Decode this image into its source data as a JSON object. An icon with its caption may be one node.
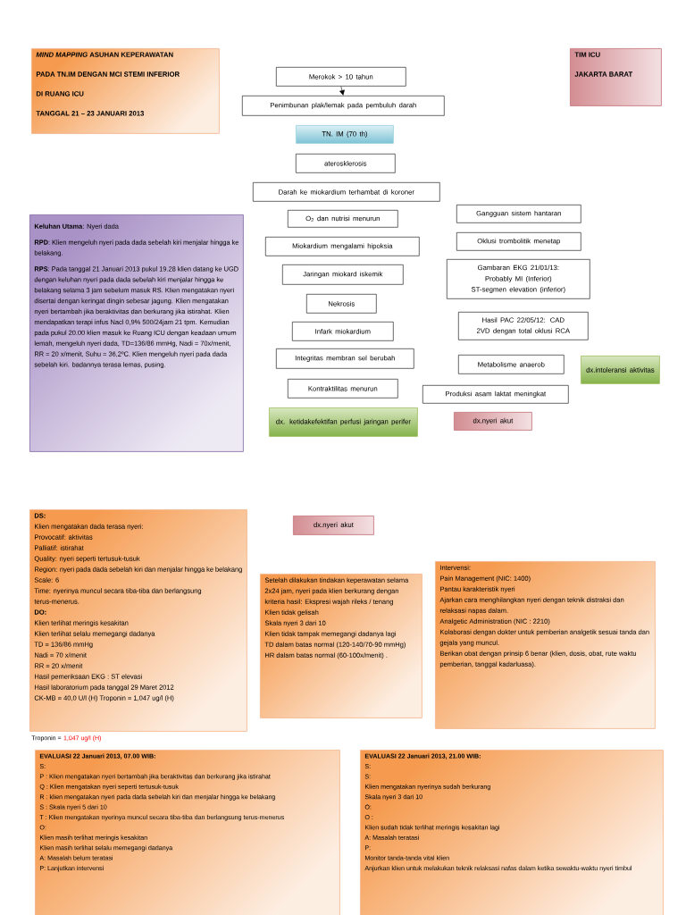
{
  "diagram": {
    "nodes": [
      {
        "text": [
          "*MIND MAPPING* ASUHAN KEPERAWATAN",
          "PADA TN.IM  DENGAN MCI STEMI INFERIOR",
          "DI RUANG ICU",
          "TANGGAL 21 – 23 JANUARI 2013"
        ]
      },
      {
        "text": [
          "TIM ICU",
          "JAKARTA BARAT"
        ]
      },
      {
        "text": [
          "Merokok > 10 tahun"
        ]
      },
      {
        "text": [
          "Penimbunan plak/lemak pada pembuluh darah"
        ]
      },
      {
        "text": [
          "TN. IM (70 th)"
        ]
      },
      {
        "text": [
          "aterosklerosis"
        ]
      },
      {
        "text": [
          "Darah ke miokardium terhambat di koroner"
        ]
      },
      {
        "text": [
          "O$_{2}$ dan nutrisi menurun"
        ]
      },
      {
        "text": [
          "Gangguan sistem hantaran"
        ]
      },
      {
        "text": [
          "Miokardium mengalami hipoksia"
        ]
      },
      {
        "text": [
          "Oklusi trombolitik menetap"
        ]
      },
      {
        "text": [
          "Jaringan miokard iskemik"
        ]
      },
      {
        "text": [
          "Gambaran EKG 21/01/13:",
          "Probably MI (Inferior)",
          "ST-segmen elevation (inferior)"
        ]
      },
      {
        "text": [
          "Nekrosis"
        ]
      },
      {
        "text": [
          "Hasil PAC 22/05/12: CAD 2VD dengan total oklusi RCA"
        ]
      },
      {
        "text": [
          "Infark miokardium"
        ]
      },
      {
        "text": [
          "Integritas membran sel berubah"
        ]
      },
      {
        "text": [
          "Metabolisme anaerob"
        ]
      },
      {
        "text": [
          "dx.intoleransi aktivitas"
        ]
      },
      {
        "text": [
          "Kontraktilitas menurun"
        ]
      },
      {
        "text": [
          "Produksi asam laktat meningkat"
        ]
      },
      {
        "text": [
          "dx. ketidakefektifan perfusi jaringan perifer"
        ]
      },
      {
        "text": [
          "dx.nyeri akut"
        ]
      },
      {
        "text": [
          "**Keluhan Utama**: Nyeri dada",
          "**RPD**: Klien mengeluh nyeri pada dada sebelah kiri menjalar hingga ke belakang.",
          "**RPS**: Pada tanggal 21 Januari 2013 pukul 19.28 klien datang ke UGD dengan keluhan nyeri pada dada sebelah kiri menjalar hingga ke belakang selama 3 jam sebelum masuk RS. Klien mengatakan nyeri disertai dengan keringat dingin sebesar jagung. Klien mengatakan nyeri bertambah jika beraktivitas dan berkurang jika istirahat. Klien mendapatkan terapi infus Nacl 0,9% 500/24jam 21 tpm. Kemudian pada pukul 20.00 klien masuk ke Ruang ICU dengan keadaan umum lemah, mengeluh nyeri dada, TD=136/86 mmHg, Nadi = 70x/menit, RR = 20 x/menit, Suhu = 36,2ºC. Klien mengeluh nyeri pada dada sebelah kiri. badannya terasa lemas, pusing."
        ]
      },
      {
        "text": [
          "**DS:**",
          "Klien mengatakan dada terasa nyeri:",
          "Provocatif: aktivitas",
          "Palliatif: istirahat",
          "Quality: nyeri seperti tertusuk-tusuk",
          "Region: nyeri pada dada sebelah kiri dan menjalar hingga ke belakang",
          "Scale: 6",
          "Time: nyerinya muncul secara tiba-tiba dan berlangsung terus-menerus.",
          "**DO:**",
          "Klien terlihat meringis kesakitan",
          "Klien terlihat selalu memegangi dadanya",
          "TD = 136/86 mmHg",
          "Nadi = 70 x/menit",
          "RR = 20 x/menit",
          "Hasil pemeriksaan EKG : ST elevasi",
          "Hasil laboratorium pada tanggal 29 Maret 2012",
          "CK-MB = 40,0 U/l (H) Troponin = 1,047 ug/l (H)"
        ]
      },
      {
        "text": [
          "dx.nyeri akut"
        ]
      },
      {
        "text": [
          "Setelah dilakukan tindakan keperawatan selama 2x24 jam, nyeri pada klien berkurang dengan kriteria hasil: Ekspresi wajah rileks / tenang",
          "Klien tidak gelisah",
          "Skala nyeri 3 dari 10",
          "Klien tidak tampak memegangi dadanya lagi",
          "TD dalam batas normal (120-140/70-90 mmHg)",
          "HR dalam batas normal (60-100x/menit) ."
        ]
      },
      {
        "text": [
          "Intervensi:",
          "Pain Management (NIC: 1400)",
          "Pantau karakteristik nyeri",
          "Ajarkan cara menghilangkan nyeri dengan teknik distraksi dan relaksasi napas dalam.",
          "Analgetic Administration (NIC : 2210)",
          "Kolaborasi dengan dokter untuk pemberian analgetik sesuai tanda dan gejala yang muncul.",
          "Berikan obat dengan prinsip 6 benar (klien, dosis, obat, rute waktu pemberian, tanggal kadarluasa)."
        ]
      },
      {
        "text": [
          "EVALUASI 22 Januari 2013, 07.00 WIB:",
          "S:",
          "P : Klien mengatakan nyeri bertambah jika beraktivitas dan berkurang jika istirahat",
          "Q : Klien mengatakan nyeri seperti tertusuk-tusuk",
          "R : klien mengatakan nyeri pada dada sebelah kiri dan menjalar hingga ke belakang",
          "S : Skala nyeri 5 dari 10",
          "T : Klien mengatakan nyerinya muncul secara tiba-tiba dan berlangsung terus-menerus",
          "O:",
          "Klien masih terlihat meringis kesakitan",
          "Klien masih terlihat selalu memegangi dadanya",
          "A: Masalah belum teratasi",
          "P: Lanjutkan intervensi"
        ]
      },
      {
        "text": [
          "EVALUASI 22 Januari  2013, 21.00 WIB:",
          "S:",
          "S:",
          "Klien mengatakan nyerinya sudah berkurang",
          "Skala nyeri 3 dari 10",
          "O:",
          "O :",
          "Klien sudah tidak terlihat meringis kesakitan lagi",
          "A: Masalah teratasi",
          "P:",
          "Monitor tanda-tanda vital klien",
          "Anjurkan klien untuk melakukan teknik relaksasi nafas dalam ketika sewaktu-waktu nyeri timbul"
        ]
      }
    ],
    "edges": [
      {
        "from": 2,
        "to": 3,
        "arrow": "to"
      }
    ],
    "labels": [
      "Troponin =",
      "1,047 ug/l (H)"
    ]
  }
}
